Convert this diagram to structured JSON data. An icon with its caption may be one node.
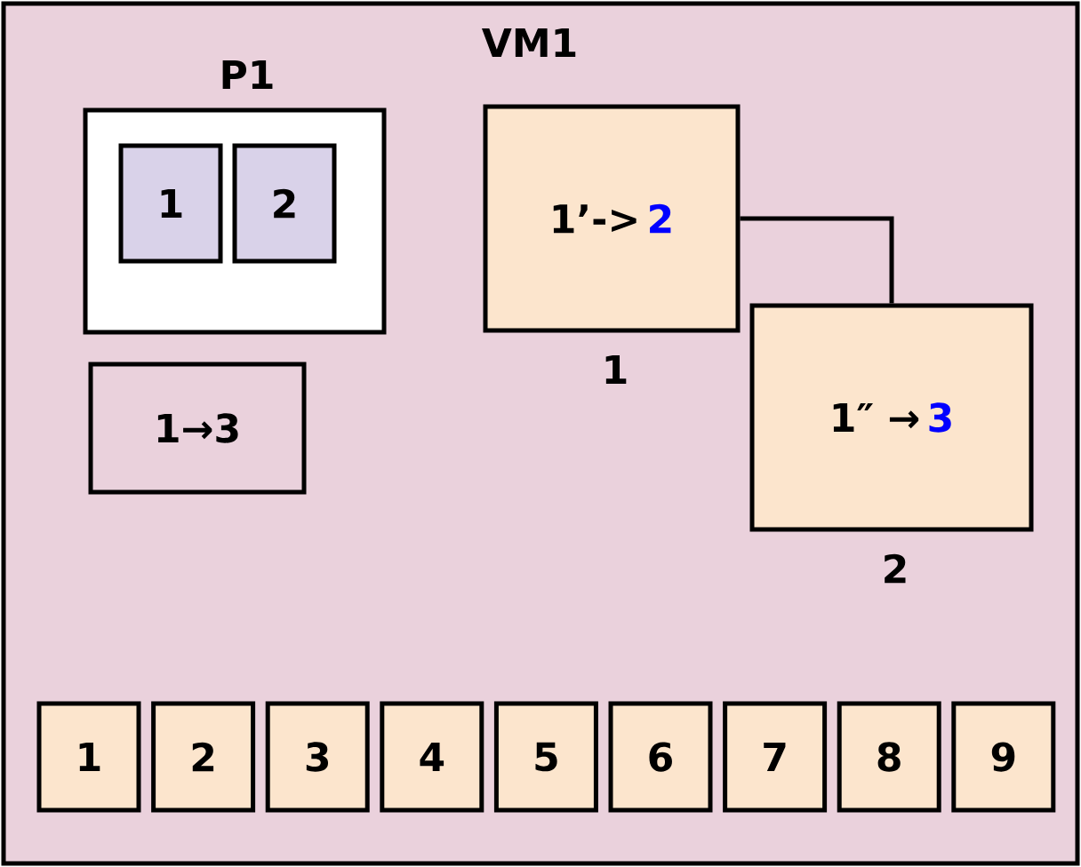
{
  "diagram": {
    "nodes": [
      {
        "text": [
          "VM1"
        ]
      },
      {
        "text": [
          "P1"
        ],
        "in": 0
      },
      {
        "text": [
          "1"
        ],
        "in": 1
      },
      {
        "text": [
          "2"
        ],
        "in": 1
      },
      {
        "text": [
          "1→3"
        ],
        "in": 0
      },
      {
        "text": [
          "1’->",
          "2"
        ],
        "in": 0,
        "beside": [
          "1"
        ]
      },
      {
        "text": [
          "1″ →",
          "3"
        ],
        "in": 0,
        "beside": [
          "2"
        ]
      },
      {
        "text": [
          "1"
        ],
        "in": 0
      },
      {
        "text": [
          "2"
        ],
        "in": 0
      },
      {
        "text": [
          "3"
        ],
        "in": 0
      },
      {
        "text": [
          "4"
        ],
        "in": 0
      },
      {
        "text": [
          "5"
        ],
        "in": 0
      },
      {
        "text": [
          "6"
        ],
        "in": 0
      },
      {
        "text": [
          "7"
        ],
        "in": 0
      },
      {
        "text": [
          "8"
        ],
        "in": 0
      },
      {
        "text": [
          "9"
        ],
        "in": 0
      }
    ],
    "edges": [
      {
        "from": 5,
        "to": 6,
        "arrow": "none"
      }
    ]
  }
}
